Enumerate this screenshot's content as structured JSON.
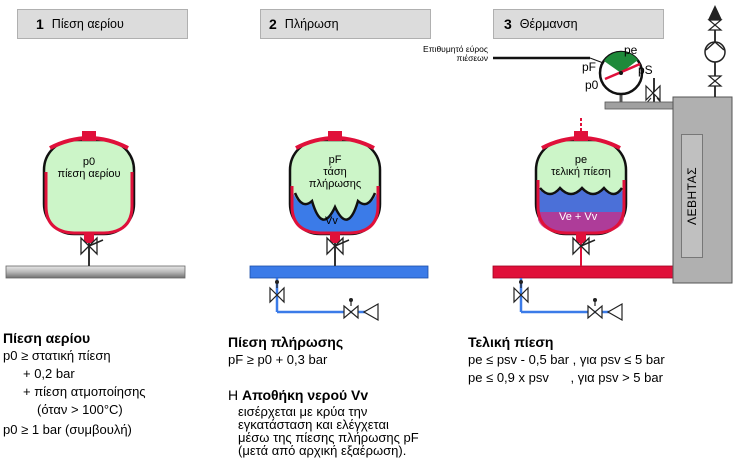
{
  "panels": [
    {
      "num": "1",
      "title": "Πίεση αερίου"
    },
    {
      "num": "2",
      "title": "Πλήρωση"
    },
    {
      "num": "3",
      "title": "Θέρμανση"
    }
  ],
  "vessel1": {
    "sym": "p0",
    "text": "πίεση αερίου"
  },
  "vessel2": {
    "sym": "pF",
    "line1": "τάση",
    "line2": "πλήρωσης",
    "water": "Vv"
  },
  "vessel3": {
    "sym": "pe",
    "text": "τελική πίεση",
    "water": "Ve + Vv"
  },
  "gauge": {
    "range_line1": "Επιθυμητό εύρος",
    "range_line2": "πιέσεων",
    "pe": "pe",
    "pF": "pF",
    "p0": "p0",
    "pS": "pS"
  },
  "boiler": {
    "label": "ΛΕΒΗΤΑΣ"
  },
  "col1": {
    "heading": "Πίεση αερίου",
    "lines": [
      "p0  ≥ στατική πίεση",
      "+ 0,2 bar",
      "+ πίεση ατμοποίησης",
      "(όταν > 100°C)",
      "p0  ≥ 1 bar (συμβουλή)"
    ]
  },
  "col2": {
    "heading": "Πίεση πλήρωσης",
    "formula": "pF ≥ p0 + 0,3 bar",
    "h2_pre": "Η ",
    "h2_bold": "Αποθήκη νερού Vv",
    "para": [
      "εισέρχεται με κρύα την",
      "εγκατάσταση και ελέγχεται",
      "μέσω της πίεσης πλήρωσης pF",
      "(μετά από αρχική εξαέρωση)."
    ]
  },
  "col3": {
    "heading": "Τελική πίεση",
    "lines": [
      "pe ≤ psv - 0,5 bar , για psv ≤ 5 bar",
      "pe ≤ 0,9 x psv      , για psv > 5 bar"
    ]
  }
}
